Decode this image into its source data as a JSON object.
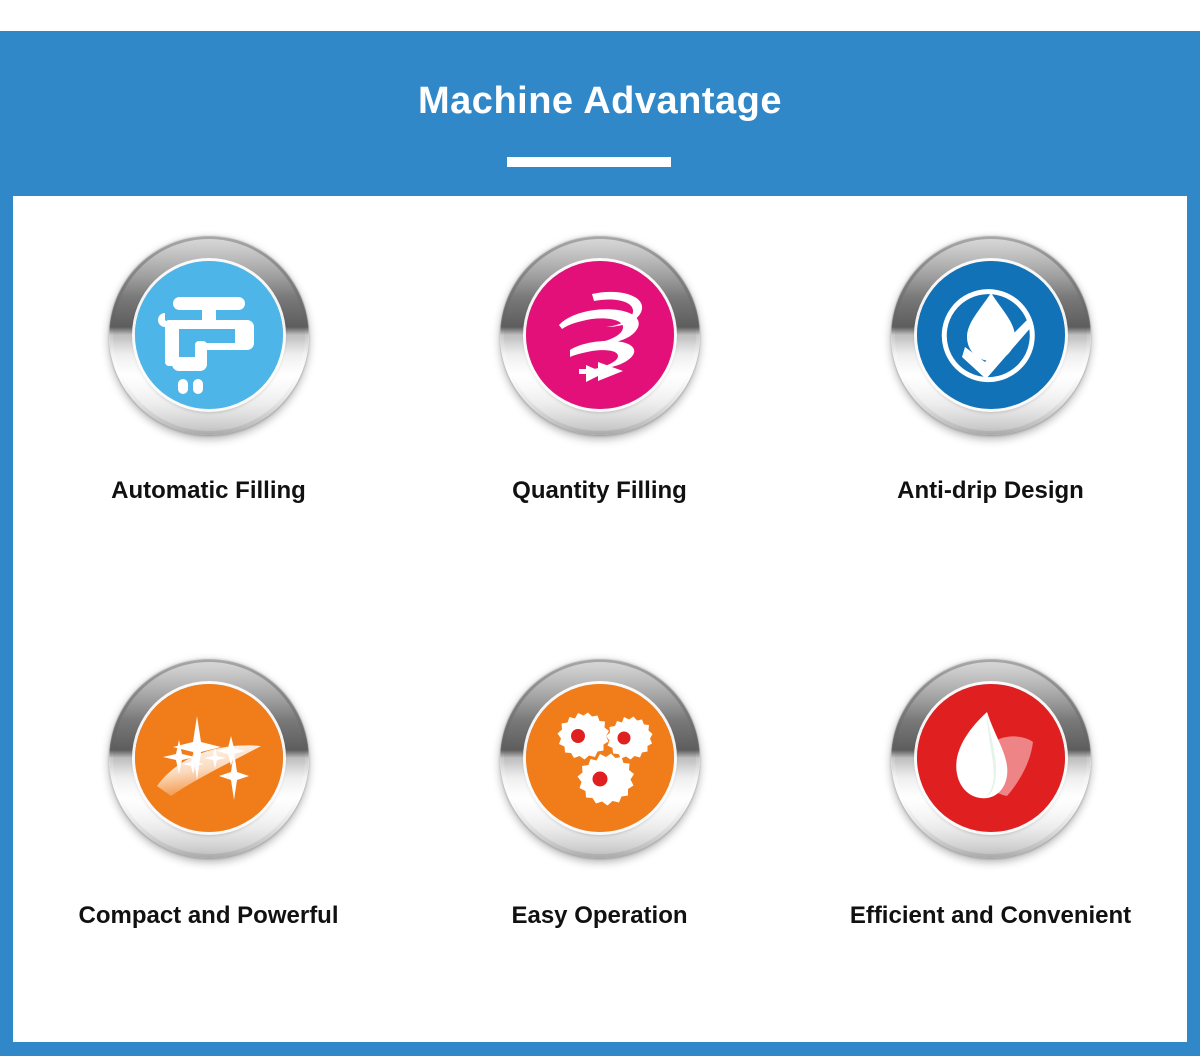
{
  "header": {
    "title": "Machine Advantage",
    "background_color": "#3088c8",
    "title_color": "#ffffff",
    "rule_color": "#ffffff"
  },
  "panel": {
    "background_color": "#ffffff"
  },
  "features": [
    {
      "label": "Automatic Filling",
      "icon_name": "faucet-tap-icon",
      "disc_color": "#4db5e8",
      "glyph_color": "#ffffff"
    },
    {
      "label": "Quantity Filling",
      "icon_name": "swirl-arrow-icon",
      "disc_color": "#e3107a",
      "glyph_color": "#ffffff"
    },
    {
      "label": "Anti-drip Design",
      "icon_name": "water-drop-check-icon",
      "disc_color": "#1272b8",
      "glyph_color": "#ffffff"
    },
    {
      "label": "Compact and Powerful",
      "icon_name": "sparkle-shine-icon",
      "disc_color": "#f07d1a",
      "glyph_color": "#ffffff"
    },
    {
      "label": "Easy Operation",
      "icon_name": "gears-cogs-icon",
      "disc_color": "#e01f21",
      "glyph_color": "#ffffff"
    },
    {
      "label": "Efficient and Convenient",
      "icon_name": "leaf-eco-icon",
      "disc_color": "#0d8a3c",
      "glyph_color": "#ffffff"
    }
  ]
}
